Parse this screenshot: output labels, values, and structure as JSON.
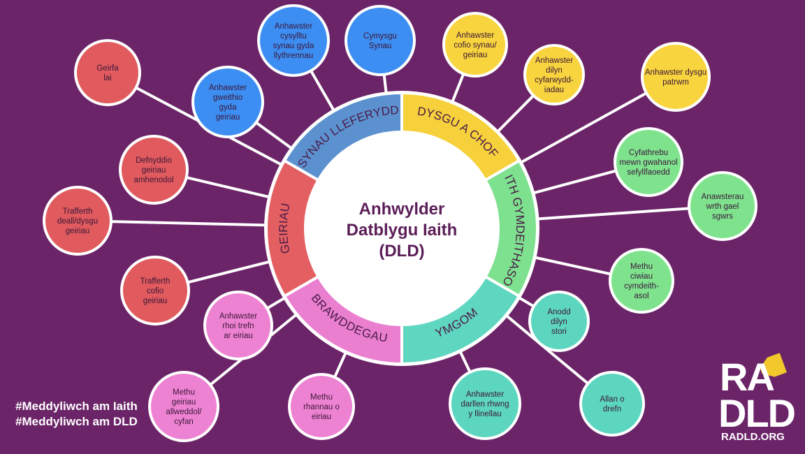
{
  "diagram": {
    "center": {
      "lines": [
        "Anhwylder",
        "Datblygu Iaith",
        "(DLD)"
      ]
    },
    "segments": [
      {
        "id": "synau",
        "label": "SYNAU LLEFERYDD",
        "color": "#5b91cf"
      },
      {
        "id": "dysgu",
        "label": "DYSGU A CHOF",
        "color": "#f6d13c"
      },
      {
        "id": "iaith",
        "label": "IAITH GYMDEITHASOL",
        "color": "#7ee18f"
      },
      {
        "id": "ymgom",
        "label": "YMGOM",
        "color": "#5fd6c0"
      },
      {
        "id": "brawddegau",
        "label": "BRAWDDEGAU",
        "color": "#ea7fd0"
      },
      {
        "id": "geiriau",
        "label": "GEIRIAU",
        "color": "#e35f62"
      }
    ],
    "leaves": [
      {
        "segment": "synau",
        "color": "#3d8ef2",
        "lines": [
          "Anhawster",
          "cysylltu",
          "synau gyda",
          "llythrennau"
        ]
      },
      {
        "segment": "synau",
        "color": "#3d8ef2",
        "lines": [
          "Cymysgu",
          "Synau"
        ]
      },
      {
        "segment": "synau",
        "color": "#3d8ef2",
        "lines": [
          "Anhawster",
          "gweithio",
          "gyda",
          "geiriau"
        ]
      },
      {
        "segment": "dysgu",
        "color": "#f8d43e",
        "lines": [
          "Anhawster",
          "cofio synau/",
          "geiriau"
        ]
      },
      {
        "segment": "dysgu",
        "color": "#f8d43e",
        "lines": [
          "Anhawster",
          "dilyn",
          "cyfarwydd-",
          "iadau"
        ]
      },
      {
        "segment": "dysgu",
        "color": "#f8d43e",
        "lines": [
          "Anhawster dysgu",
          "patrwm"
        ]
      },
      {
        "segment": "iaith",
        "color": "#7fe38e",
        "lines": [
          "Cyfathrebu",
          "mewn gwahanol",
          "sefyllfaoedd"
        ]
      },
      {
        "segment": "iaith",
        "color": "#7fe38e",
        "lines": [
          "Anawsterau",
          "wrth gael",
          "sgwrs"
        ]
      },
      {
        "segment": "iaith",
        "color": "#7fe38e",
        "lines": [
          "Methu",
          "ciwiau",
          "cymdeith-",
          "asol"
        ]
      },
      {
        "segment": "ymgom",
        "color": "#5dd6bf",
        "lines": [
          "Anodd",
          "dilyn",
          "stori"
        ]
      },
      {
        "segment": "ymgom",
        "color": "#5dd6bf",
        "lines": [
          "Allan o",
          "drefn"
        ]
      },
      {
        "segment": "ymgom",
        "color": "#5dd6bf",
        "lines": [
          "Anhawster",
          "darllen rhwng",
          "y llinellau"
        ]
      },
      {
        "segment": "brawddegau",
        "color": "#ee82d2",
        "lines": [
          "Anhawster",
          "rhoi trefn",
          "ar eiriau"
        ]
      },
      {
        "segment": "brawddegau",
        "color": "#ee82d2",
        "lines": [
          "Methu",
          "geiriau",
          "allweddol/",
          "cyfan"
        ]
      },
      {
        "segment": "brawddegau",
        "color": "#ee82d2",
        "lines": [
          "Methu",
          "rhannau o",
          "eiriau"
        ]
      },
      {
        "segment": "geiriau",
        "color": "#e05a5e",
        "lines": [
          "Geirfa",
          "lai"
        ]
      },
      {
        "segment": "geiriau",
        "color": "#e05a5e",
        "lines": [
          "Defnyddio",
          "geiriau",
          "amhenodol"
        ]
      },
      {
        "segment": "geiriau",
        "color": "#e05a5e",
        "lines": [
          "Trafferth",
          "deall/dysgu",
          "geiriau"
        ]
      },
      {
        "segment": "geiriau",
        "color": "#e05a5e",
        "lines": [
          "Trafferth",
          "cofio",
          "geiriau"
        ]
      }
    ]
  },
  "hashtags": [
    "#Meddyliwch am Iaith",
    "#Meddyliwch am DLD"
  ],
  "logo": {
    "top": "RA",
    "bottom": "DLD",
    "url": "RADLD.ORG"
  }
}
